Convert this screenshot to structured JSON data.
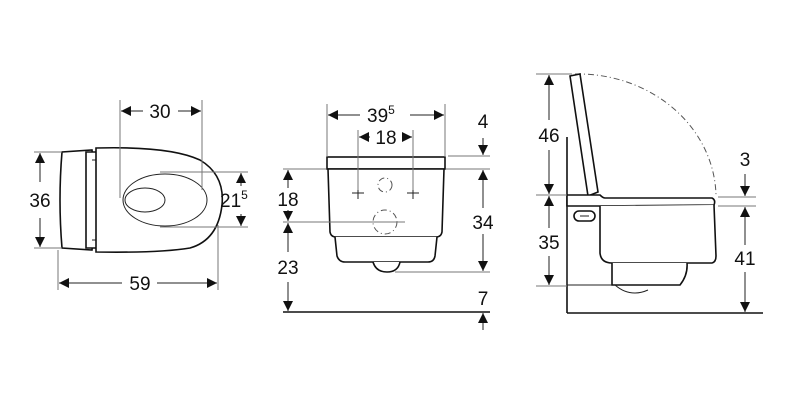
{
  "title": "Wall-hung WC technical drawing (dimensions in cm)",
  "top_view": {
    "width_30": "30",
    "depth_36": "36",
    "bowl_21": "21",
    "bowl_21_sup": "5",
    "length_59": "59"
  },
  "front_view": {
    "width_39": "39",
    "width_39_sup": "5",
    "fix_18": "18",
    "seat_4": "4",
    "height_18": "18",
    "height_23": "23",
    "height_34": "34",
    "floor_7": "7"
  },
  "side_view": {
    "lid_46": "46",
    "seat_3": "3",
    "height_35": "35",
    "height_41": "41"
  }
}
